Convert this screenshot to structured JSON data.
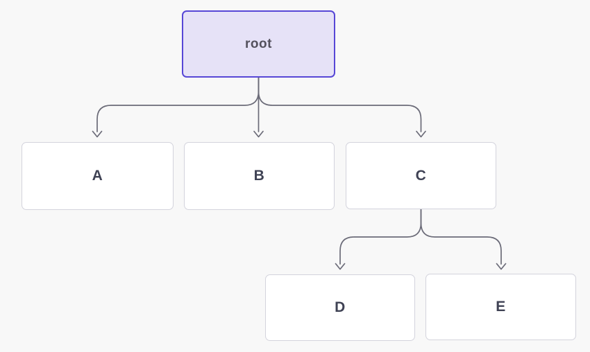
{
  "diagram": {
    "type": "tree",
    "nodes": [
      {
        "id": "root",
        "label": "root",
        "role": "root"
      },
      {
        "id": "A",
        "label": "A",
        "role": "child"
      },
      {
        "id": "B",
        "label": "B",
        "role": "child"
      },
      {
        "id": "C",
        "label": "C",
        "role": "child"
      },
      {
        "id": "D",
        "label": "D",
        "role": "child"
      },
      {
        "id": "E",
        "label": "E",
        "role": "child"
      }
    ],
    "edges": [
      {
        "from": "root",
        "to": "A",
        "arrow": "down"
      },
      {
        "from": "root",
        "to": "B",
        "arrow": "down"
      },
      {
        "from": "root",
        "to": "C",
        "arrow": "down"
      },
      {
        "from": "C",
        "to": "D",
        "arrow": "down"
      },
      {
        "from": "C",
        "to": "E",
        "arrow": "down"
      }
    ],
    "colors": {
      "background": "#f8f8f8",
      "root_fill": "#e6e2f7",
      "root_border": "#5747d6",
      "root_text": "#54515d",
      "node_fill": "#ffffff",
      "node_border": "#d3d3dc",
      "node_text": "#3f4254",
      "connector": "#6b6b78"
    }
  }
}
